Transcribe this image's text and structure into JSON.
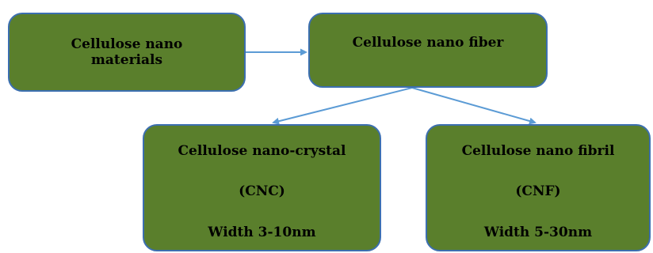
{
  "diagram": {
    "nodes": {
      "materials": {
        "line1": "Cellulose nano",
        "line2": "materials"
      },
      "fiber": {
        "label": "Cellulose nano fiber"
      },
      "cnc": {
        "title": "Cellulose nano-crystal",
        "abbr": "(CNC)",
        "width": "Width 3-10nm"
      },
      "cnf": {
        "title": "Cellulose nano fibril",
        "abbr": "(CNF)",
        "width": "Width 5-30nm"
      }
    },
    "colors": {
      "box_fill": "#5a7f2c",
      "box_border": "#3c6fb0",
      "arrow": "#5b9bd5",
      "text": "#000000"
    }
  }
}
